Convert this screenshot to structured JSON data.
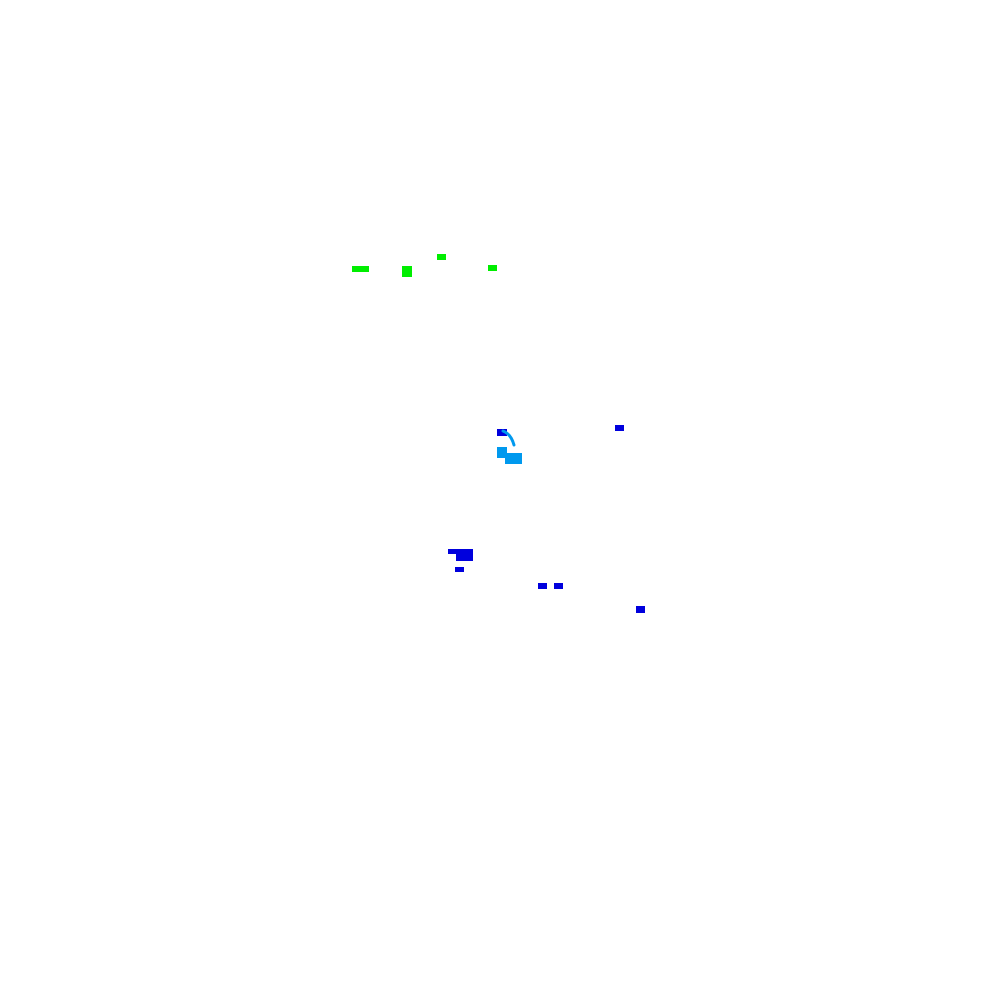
{
  "palette": {
    "background": "#ffffff",
    "green": "#00ee00",
    "blue": "#0000dd",
    "light_blue": "#0099ee"
  },
  "mark_groups": [
    {
      "name": "green-fragments",
      "color": "green"
    },
    {
      "name": "light-blue-fragments",
      "color": "light_blue"
    },
    {
      "name": "blue-fragments",
      "color": "blue"
    }
  ]
}
